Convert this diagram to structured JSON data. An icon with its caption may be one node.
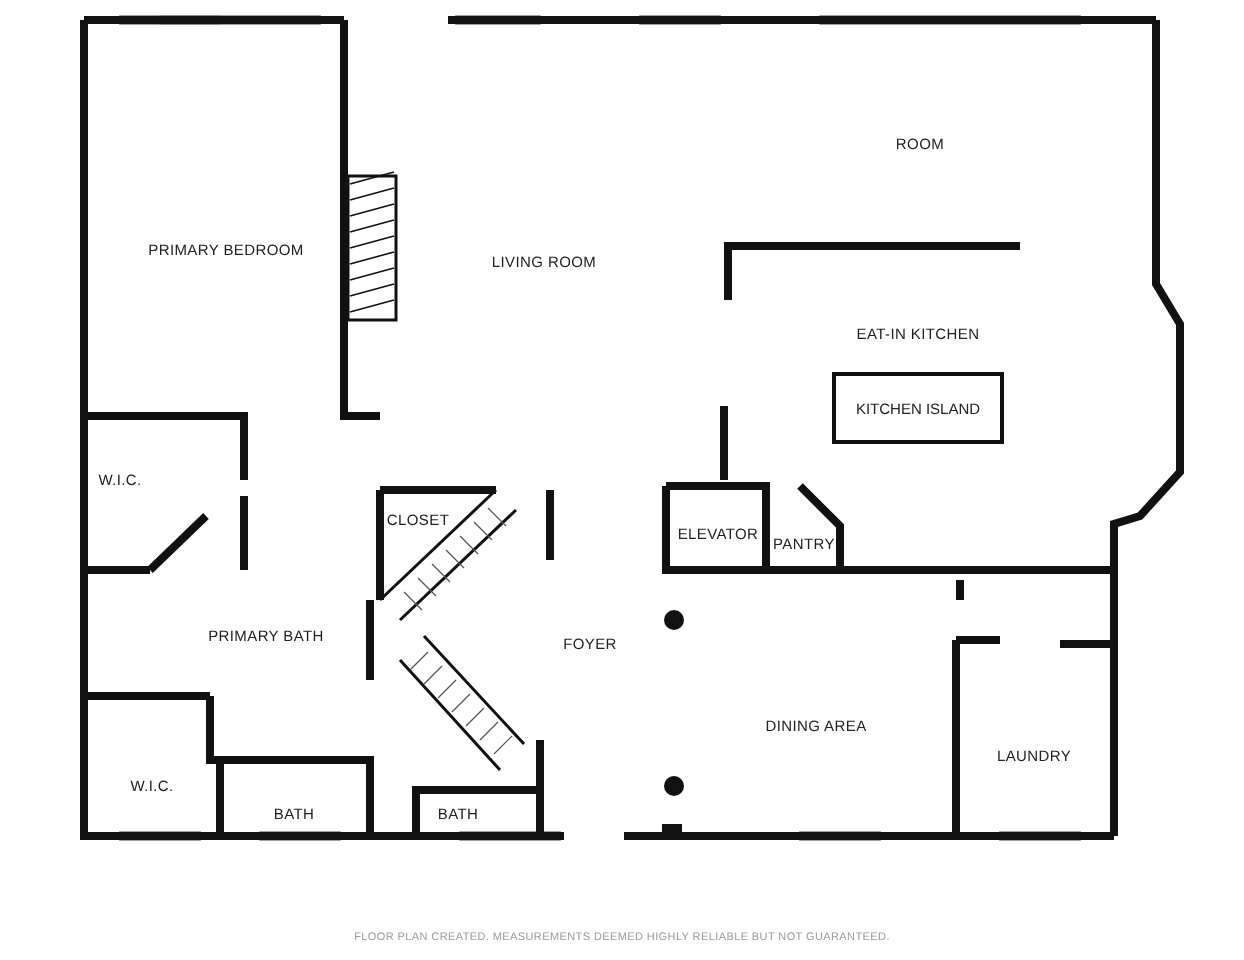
{
  "diagram": {
    "nodes": [
      {
        "text": [
          "KITCHEN ISLAND"
        ]
      }
    ],
    "labels": [
      "ROOM",
      "PRIMARY BEDROOM",
      "LIVING ROOM",
      "EAT-IN KITCHEN",
      "W.I.C.",
      "CLOSET",
      "ELEVATOR",
      "PANTRY",
      "PRIMARY BATH",
      "FOYER",
      "DINING AREA",
      "LAUNDRY",
      "W.I.C.",
      "BATH",
      "BATH",
      "FLOOR PLAN CREATED. MEASUREMENTS DEEMED HIGHLY RELIABLE BUT NOT GUARANTEED."
    ]
  }
}
